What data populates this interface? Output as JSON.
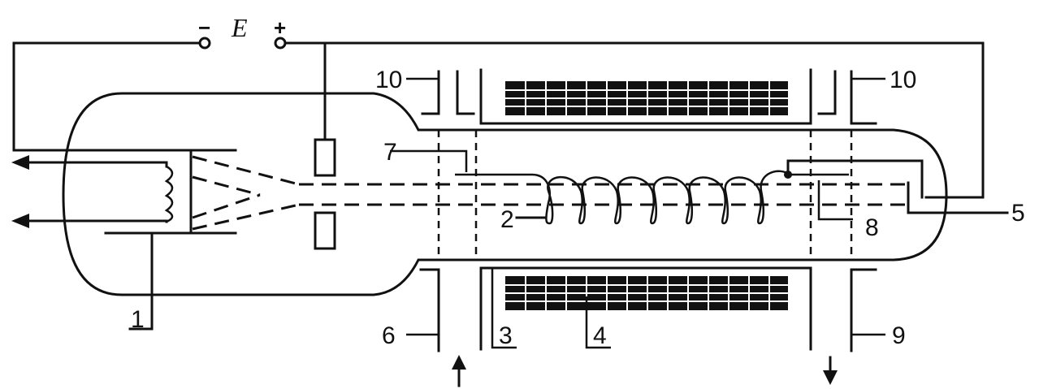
{
  "supply": {
    "label": "E",
    "minus": "−",
    "plus": "+"
  },
  "labels": {
    "l1": "1",
    "l2": "2",
    "l3": "3",
    "l4": "4",
    "l5": "5",
    "l6": "6",
    "l7": "7",
    "l8": "8",
    "l9": "9",
    "l10a": "10",
    "l10b": "10"
  },
  "colors": {
    "ink": "#111111",
    "background": "#ffffff"
  }
}
